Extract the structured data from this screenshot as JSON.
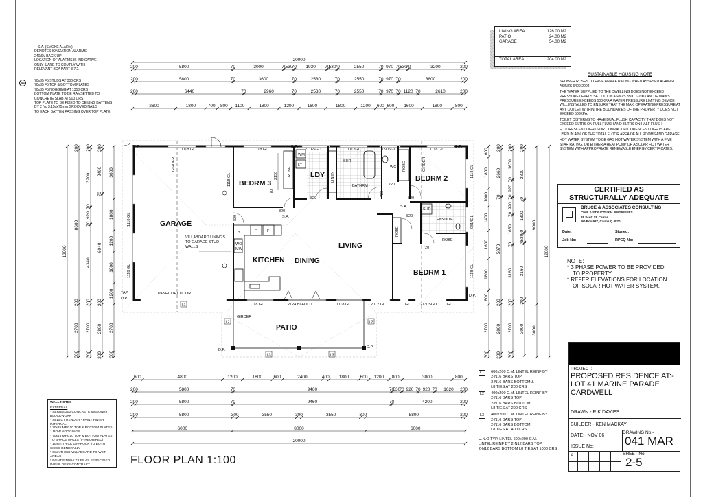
{
  "top_left_notes": {
    "smoke_alarm": [
      "S.A. (SMOKE ALARM)",
      "DENOTES IONIZATION ALARMS",
      "240/9V BACK-UP",
      "LOCATION OF ALARMS IS INDICATIVE",
      "ONLY & ARE TO COMPLY WITH",
      "RELEVANT BCA PART 3.7.2."
    ],
    "framing_symbol": "W1",
    "framing": [
      "70x35 F5 STUDS AT 300 CRS",
      "70x35 F5 TOP & BOTTOM PLATES",
      "70x35 F5 NOGGING AT 1350 CRS",
      "BOTTOM PLATE TO BE RAMSETTED TO",
      "CONCRETE SLAB AT 900 CRS",
      "TOP PLATE TO BE FIXED TO CEILING BATTENS",
      "BY 2 No 3.15dx75mm GROOVED NAILS",
      "TO EACH BATTEN PASSING OVER TOP PLATE"
    ]
  },
  "areas": {
    "rows": [
      {
        "label": "LIVING AREA",
        "value": "126.00 M2"
      },
      {
        "label": "PATIO",
        "value": "24.00 M2"
      },
      {
        "label": "GARAGE",
        "value": "54.00 M2"
      }
    ],
    "total_label": "TOTAL AREA",
    "total_value": "204.00 M2"
  },
  "sustainable": {
    "title": "SUSTAINABLE HOUSING NOTE",
    "paragraphs": [
      "SHOWER ROSES TO HAVE AN AAA RATING WHEN ASSESED AGAINST AS/NZS 6400-2004.",
      "THE WATER SUPPLIED TO THE DWELLING DOES NOT EXCEED PRESSURE LEVELS SET OUT IN AS/NZS 3500.1-2003 AND IF MAINS PRESSURE EXCEEDS 500KPA A WATER PRESSURE LIMITING DEVICE WILL INSTALLED TO ENSURE THAT THE MAX. OPERATING PRESSURE AT ANY OUTLET WITHIN THE BOUNDARIES OF THE PROPERTY DOES NOT EXCEED 500KPA.",
      "TOILET CISTERNS TO HAVE DUAL FLUSH CAPACITY THAT DOES NOT EXCEED 6 LTRS ON FULL FLUSH AND 3 LTRS ON HALF FLUSH",
      "FLUORESCENT LIGHTS OR COMPACT FLUORESCENT LIGHTS ARE USED IN 40% OF THE TOTAL FLOOR AREA OF ALL ROOMS AND GARAGE",
      "HOT WATER SYSTEM TO BE GAS HOT WATER SYSTEM WITH A FIVE STAR RATING, OR EITHER A HEAT PUMP OR A SOLAR HOT WATER SYSTEM WITH APPROPRIATE RENEWABLE ENERGY CERTIFICATES."
    ]
  },
  "certified": {
    "title1": "CERTIFIED AS",
    "title2": "STRUCTURALLY ADEQUATE",
    "company": "BRUCE & ASSOCIATES CONSULTING",
    "subtitle": "CIVIL & STRUCTURAL ENGINEERS",
    "address1": "28 Scott St, Cairns",
    "address2": "PO Box 937, Cairns Q 4870",
    "date_label": "Date:",
    "signed_label": "Signed:",
    "job_label": "Job No:",
    "rpeq_label": "RPEQ No:"
  },
  "note": {
    "title": "NOTE:",
    "items": [
      "* 3 PHASE POWER TO BE PROVIDED",
      "TO PROPERTY",
      "* REFER ELEVATIONS FOR LOCATION",
      "OF SOLAR HOT WATER SYSTEM."
    ]
  },
  "lintels": [
    {
      "tag": "L1",
      "lines": [
        "600x200 C.M. LINTEL REINF BY",
        "2-N16 BARS TOP",
        "2-N16 BARS BOTTOM &",
        "L8 TIES AT 200 CRS"
      ]
    },
    {
      "tag": "L2",
      "lines": [
        "400x200 C.M. LINTEL REINF BY",
        "2-N16 BARS TOP",
        "2-N16 BARS BOTTOM",
        "L8 TIES AT 200 CRS"
      ]
    },
    {
      "tag": "L3",
      "lines": [
        "400x200 C.M. LINTEL REINF BY",
        "2-N16 BARS TOP",
        "2-N16 BARS BOTTOM",
        "L8 TIES AT 400 CRS"
      ]
    }
  ],
  "lintel_uno": [
    "U.N.O TYP. LINTEL 600x200 C.M.",
    "LINTEL REINF BY 2-N12 BARS TOP",
    "2-N12 BARS BOTTOM L8 TIES AT 1000 CRS"
  ],
  "wall_notes": {
    "title": "WALL NOTES",
    "external_title": "EXTERNAL",
    "external": [
      "* SERIES 200 CONCRETE MASONRY BLOCKWORK",
      "* SELECT RENDER - PAINT FINISH"
    ],
    "internal_title": "INTERNAL",
    "internal": [
      "* 70x35 MPG10 TOP & BOTTOM PLATES-1 ROW NOGGINGS",
      "* 70x45 MPG10 TOP & BOTTOM PLATES TO BRACE WALLS (IF REQUIRED)",
      "* 10mm THICK GYPROCK TO BOTH SIDES GENERALLY",
      "* 6mm THICK VILLABOARD TO WET AREAS",
      "* PAINT FINISH/ TILES AS SEPECIFIED IN BUILDERS CONTRACT"
    ]
  },
  "title_block": {
    "project_label": "PROJECT:-",
    "project": [
      "PROPOSED RESIDENCE AT:-",
      "LOT 41 MARINE PARADE",
      "CARDWELL"
    ],
    "drawn": "DRAWN:- R.K.DAVIES",
    "builder": "BUILDER:- KEN MACKAY",
    "date": "DATE:- NOV 06",
    "issue": "ISSUE No:-",
    "drawing_label": "DRAWING No:-",
    "drawing_no": "041 MAR",
    "sheet_label": "SHEET No:-",
    "sheet_no": "2-5",
    "revision": "A"
  },
  "drawing_title": "FLOOR PLAN 1:100",
  "plan": {
    "rooms": {
      "garage": "GARAGE",
      "bedrm3": "BEDRM 3",
      "ldy": "LDY",
      "bedrm2": "BEDRM 2",
      "living": "LIVING",
      "kitchen": "KITCHEN",
      "dining": "DINING",
      "bedrm1": "BEDRM 1",
      "patio": "PATIO",
      "ensuite": "ENSUITE",
      "bathrm": "BATHRM"
    },
    "labels": {
      "robe": "ROBE",
      "linen": "LINEN",
      "wm": "WM",
      "lt": "LT",
      "shr": "SHR",
      "wc": "WC",
      "pantry": "P",
      "fridge": "F",
      "wo": "WO",
      "mw": "MW",
      "girder": "GIRDER",
      "dp": "D.P.",
      "tap": "TAP",
      "sa": "S.A.",
      "panel_lift": "PANEL LIFT DOOR",
      "villaboard": [
        "VILLABOARD LININGS",
        "TO GARAGE STUD",
        "WALLS"
      ],
      "w1": "W1",
      "l1": "L1",
      "l2": "L2",
      "l3": "L3"
    },
    "openings": {
      "gl1118": "1118 GL",
      "sgd2116": "2116SGD",
      "gl1112": "1112GL",
      "gl0906": "0906GL",
      "bifold2124": "2124 BI-FOLD",
      "gl2012": "2012 GL",
      "gl": "GL",
      "sgd2130": "2130SGD",
      "gl0814": "0814GL",
      "d820": "820",
      "d720": "720",
      "d2150": "2150",
      "d70": "70"
    }
  },
  "dimensions": {
    "top": {
      "overall": [
        20000
      ],
      "rows": [
        [
          200,
          5800,
          70,
          3000,
          70,
          530,
          70,
          1930,
          70,
          530,
          70,
          2550,
          70,
          970,
          70,
          530,
          70,
          3200,
          200
        ],
        [
          200,
          5800,
          70,
          3600,
          70,
          2530,
          70,
          2550,
          70,
          970,
          70,
          3800,
          200
        ],
        [
          200,
          6440,
          70,
          2960,
          70,
          2530,
          70,
          2550,
          70,
          970,
          70,
          1120,
          70,
          2610,
          200
        ],
        [
          2600,
          1800,
          700,
          800,
          1100,
          1800,
          1200,
          1600,
          1800,
          1200,
          600,
          600,
          1600,
          1800,
          800
        ]
      ]
    },
    "bottom": {
      "rows": [
        [
          600,
          4800,
          1200,
          1800,
          600,
          2400,
          400,
          1800,
          600,
          1200,
          800,
          3000,
          800
        ],
        [
          200,
          5800,
          70,
          9460,
          70,
          530,
          70,
          920,
          70,
          920,
          70,
          1620,
          200
        ],
        [
          200,
          5800,
          70,
          9460,
          70,
          4200,
          200
        ],
        [
          200,
          5800,
          300,
          3550,
          300,
          3550,
          300,
          5800,
          200
        ],
        [
          6000,
          8000,
          6000
        ]
      ],
      "overall": [
        20000
      ]
    },
    "left": {
      "overall": [
        12000
      ],
      "rows": [
        [
          200,
          8600,
          200,
          2700,
          300
        ],
        [
          200,
          3200,
          70,
          920,
          70,
          4340,
          200,
          2700,
          300
        ],
        [
          200,
          2490,
          70,
          6040,
          200,
          2800,
          200
        ],
        [
          3000,
          1800,
          1200,
          1800,
          1200,
          2700,
          300
        ]
      ]
    },
    "right": {
      "rows": [
        [
          600,
          1800,
          1000,
          1400,
          1600,
          1800,
          800,
          2700,
          300
        ],
        [
          200,
          2660,
          70,
          5870,
          200,
          2800,
          200
        ],
        [
          200,
          1670,
          70,
          920,
          70,
          920,
          70,
          1650,
          70,
          3160,
          200,
          2700,
          300
        ],
        [
          200,
          2800,
          70,
          1800,
          70,
          530,
          70,
          3160,
          200,
          3000
        ],
        [
          9000,
          3000
        ]
      ],
      "overall": [
        12000
      ]
    }
  }
}
